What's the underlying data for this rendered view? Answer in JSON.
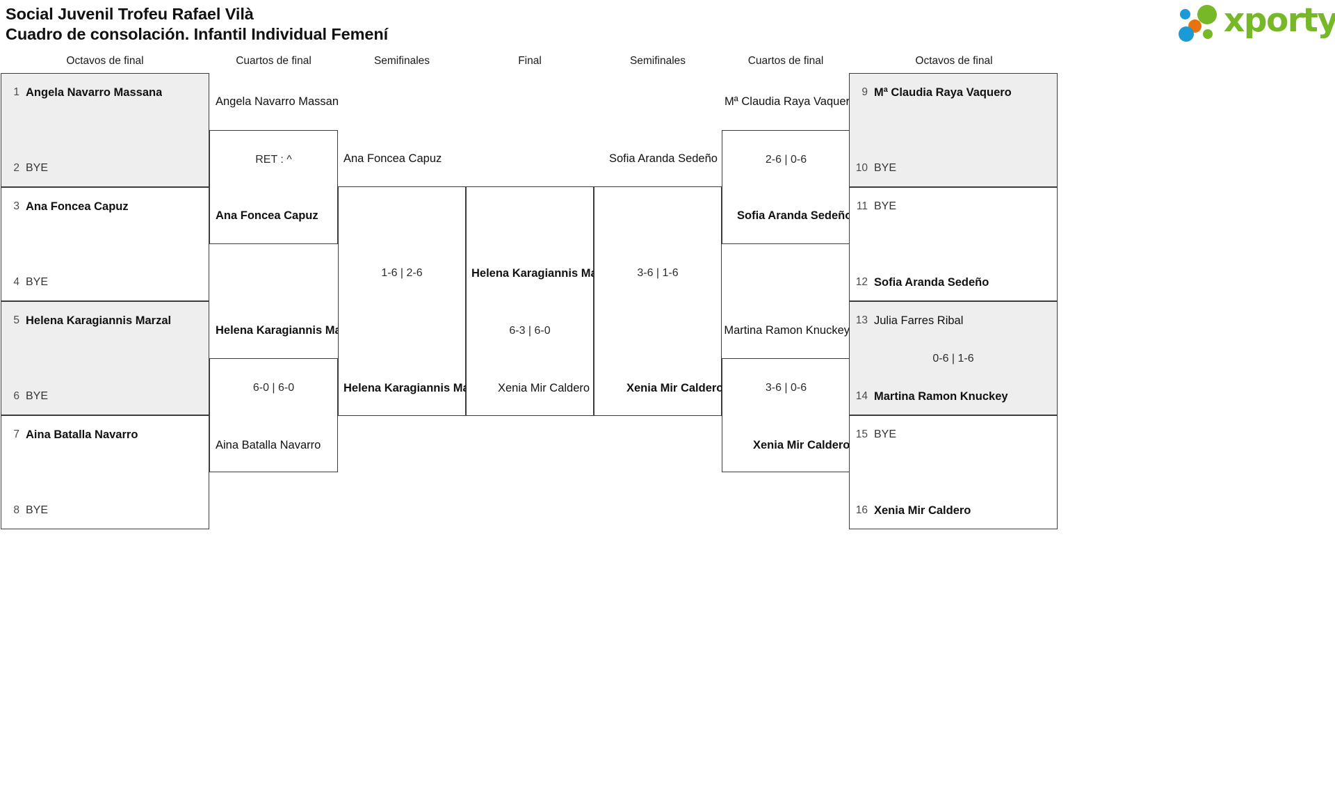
{
  "header": {
    "title_line1": "Social Juvenil Trofeu Rafael Vilà",
    "title_line2": "Cuadro de consolación. Infantil Individual Femení",
    "logo_text": "xporty",
    "logo_colors": {
      "green": "#76b828",
      "blue": "#1c9ad6",
      "orange": "#e8730c"
    }
  },
  "round_headers": [
    {
      "label": "Octavos de final"
    },
    {
      "label": "Cuartos de final"
    },
    {
      "label": "Semifinales"
    },
    {
      "label": "Final"
    },
    {
      "label": "Semifinales"
    },
    {
      "label": "Cuartos de final"
    },
    {
      "label": "Octavos de final"
    }
  ],
  "left": {
    "octavos": [
      {
        "top_seed": "1",
        "top_name": "Angela Navarro Massana",
        "top_win": true,
        "bot_seed": "2",
        "bot_name": "BYE",
        "bot_win": false,
        "shaded": true
      },
      {
        "top_seed": "3",
        "top_name": "Ana Foncea Capuz",
        "top_win": true,
        "bot_seed": "4",
        "bot_name": "BYE",
        "bot_win": false,
        "shaded": false
      },
      {
        "top_seed": "5",
        "top_name": "Helena Karagiannis Marzal",
        "top_win": true,
        "bot_seed": "6",
        "bot_name": "BYE",
        "bot_win": false,
        "shaded": true
      },
      {
        "top_seed": "7",
        "top_name": "Aina Batalla Navarro",
        "top_win": true,
        "bot_seed": "8",
        "bot_name": "BYE",
        "bot_win": false,
        "shaded": false
      }
    ],
    "cuartos": [
      {
        "top_name": "Angela Navarro Massana",
        "score": "RET : ^",
        "bot_name": "Ana Foncea Capuz",
        "bot_win": true
      },
      {
        "top_name": "Helena Karagiannis Mar",
        "score": "6-0 | 6-0",
        "bot_name": "Aina Batalla Navarro",
        "bot_win": false,
        "top_win": true
      }
    ],
    "semifinal": {
      "top_name": "Ana Foncea Capuz",
      "score": "1-6 | 2-6",
      "bot_name": "Helena Karagiannis Mar",
      "bot_win": true
    }
  },
  "final": {
    "top_name": "Helena Karagiannis Mar",
    "score": "6-3 | 6-0",
    "bot_name": "Xenia Mir Caldero",
    "top_win": true
  },
  "right": {
    "semifinal": {
      "top_name": "Sofia Aranda Sedeño",
      "score": "3-6 | 1-6",
      "bot_name": "Xenia Mir Caldero",
      "bot_win": true
    },
    "cuartos": [
      {
        "top_name": "Mª Claudia Raya Vaquer",
        "score": "2-6 | 0-6",
        "bot_name": "Sofia Aranda Sedeño",
        "bot_win": true
      },
      {
        "top_name": "Martina Ramon Knuckey",
        "score": "3-6 | 0-6",
        "bot_name": "Xenia Mir Caldero",
        "bot_win": true
      }
    ],
    "octavos": [
      {
        "top_seed": "9",
        "top_name": "Mª Claudia Raya Vaquero",
        "top_win": true,
        "bot_seed": "10",
        "bot_name": "BYE",
        "bot_win": false,
        "shaded": true,
        "score": ""
      },
      {
        "top_seed": "11",
        "top_name": "BYE",
        "top_win": false,
        "bot_seed": "12",
        "bot_name": "Sofia Aranda Sedeño",
        "bot_win": true,
        "shaded": false,
        "score": ""
      },
      {
        "top_seed": "13",
        "top_name": "Julia Farres Ribal",
        "top_win": false,
        "bot_seed": "14",
        "bot_name": "Martina Ramon Knuckey",
        "bot_win": true,
        "shaded": true,
        "score": "0-6 | 1-6"
      },
      {
        "top_seed": "15",
        "top_name": "BYE",
        "top_win": false,
        "bot_seed": "16",
        "bot_name": "Xenia Mir Caldero",
        "bot_win": true,
        "shaded": false,
        "score": ""
      }
    ]
  }
}
